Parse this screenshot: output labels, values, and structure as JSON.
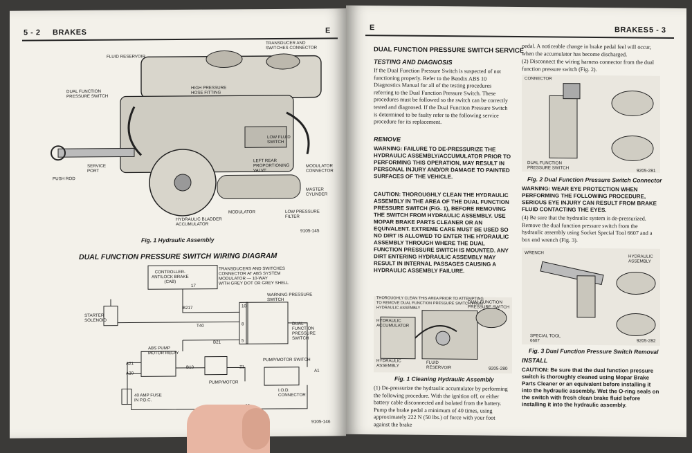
{
  "left": {
    "page_number": "5 - 2",
    "section": "BRAKES",
    "letter": "E",
    "fig1_labels": {
      "fluid_reservoir": "FLUID RESERVOIR",
      "transducer": "TRANSDUCER AND\nSWITCHES CONNECTOR",
      "dual_fn_switch": "DUAL FUNCTION\nPRESSURE SWITCH",
      "hp_hose": "HIGH PRESSURE\nHOSE FITTING",
      "low_fluid": "LOW FLUID\nSWITCH",
      "service_port": "SERVICE\nPORT",
      "push_rod": "PUSH ROD",
      "left_rear": "LEFT REAR\nPROPORTIONING\nVALVE",
      "modulator_conn": "MODULATOR\nCONNECTOR",
      "master_cyl": "MASTER\nCYLINDER",
      "hydraulic_bladder": "HYDRAULIC BLADDER\nACCUMULATOR",
      "modulator": "MODULATOR",
      "low_pressure": "LOW PRESSURE\nFILTER",
      "fig_no": "9105-145"
    },
    "fig1_caption": "Fig. 1 Hydraulic Assembly",
    "wiring_title": "DUAL FUNCTION PRESSURE SWITCH WIRING DIAGRAM",
    "wiring_labels": {
      "controller": "CONTROLLER-\nANTILOCK BRAKE\n(CAB)",
      "pin17": "17",
      "transducers": "TRANSDUCERS AND SWITCHES\nCONNECTOR AT ABS SYSTEM\nMODULATOR — 10-WAY\nWITH GREY DOT OR GREY SHELL",
      "warning_switch": "WARNING PRESSURE\nSWITCH",
      "starter": "STARTER\nSOLENOID",
      "b217": "B217",
      "t40": "T40",
      "b21": "B21",
      "dual_switch": "DUAL\nFUNCTION\nPRESSURE\nSWITCH",
      "pin10": "10",
      "pin8": "8",
      "pin5": "5",
      "abs_relay": "ABS PUMP\nMOTOR RELAY",
      "pump_motor_switch": "PUMP/MOTOR SWITCH",
      "a21": "A21",
      "a20": "A20",
      "b10": "B10",
      "z1": "Z1",
      "pump_motor": "PUMP/MOTOR",
      "fuse": "40 AMP FUSE\nIN P.D.C.",
      "iod": "I.O.D.\nCONNECTOR",
      "a1": "A1",
      "a1b": "A1",
      "fig_no": "9105-146"
    }
  },
  "right": {
    "page_number": "5 - 3",
    "section": "BRAKES",
    "letter": "E",
    "section_title": "DUAL FUNCTION PRESSURE SWITCH SERVICE",
    "testing_heading": "TESTING AND DIAGNOSIS",
    "testing_text": "If the Dual Function Pressure Switch is suspected of not functioning properly. Refer to the Bendix ABS 10 Diagnostics Manual for all of the testing procedures referring to the Dual Function Pressure Switch. These procedures must be followed so the switch can be correctly tested and diagnosed. If the Dual Function Pressure Switch is determined to be faulty refer to the following service procedure for its replacement.",
    "remove_heading": "REMOVE",
    "warning1": "WARNING: FAILURE TO DE-PRESSURIZE THE HYDRAULIC ASSEMBLY/ACCUMULATOR PRIOR TO PERFORMING THIS OPERATION, MAY RESULT IN PERSONAL INJURY AND/OR DAMAGE TO PAINTED SURFACES OF THE VEHICLE.",
    "caution1": "CAUTION: THOROUGHLY CLEAN THE HYDRAULIC ASSEMBLY IN THE AREA OF THE DUAL FUNCTION PRESSURE SWITCH (FIG. 1), BEFORE REMOVING THE SWITCH FROM HYDRAULIC ASSEMBLY. USE MOPAR BRAKE PARTS CLEANER OR AN EQUIVALENT. EXTREME CARE MUST BE USED SO NO DIRT IS ALLOWED TO ENTER THE HYDRAULIC ASSEMBLY THROUGH WHERE THE DUAL FUNCTION PRESSURE SWITCH IS MOUNTED. ANY DIRT ENTERING HYDRAULIC ASSEMBLY MAY RESULT IN INTERNAL PASSAGES CAUSING A HYDRAULIC ASSEMBLY FAILURE.",
    "clean_fig_labels": {
      "thoroughly": "THOROUGHLY CLEAN THIS AREA PRIOR TO ATTEMPTING\nTO REMOVE DUAL FUNCTION PRESSURE SWITCH FROM\nHYDRAULIC ASSEMBLY",
      "hydraulic_accumulator": "HYDRAULIC\nACCUMULATOR",
      "dual_fn": "DUAL FUNCTION\nPRESSURE SWITCH",
      "hydraulic_assembly": "HYDRAULIC\nASSEMBLY",
      "fluid_reservoir": "FLUID\nRESERVOIR",
      "fig_no": "9205-280"
    },
    "clean_fig_caption": "Fig. 1 Cleaning Hydraulic Assembly",
    "step1": "(1) De-pressurize the hydraulic accumulator by performing the following procedure. With the ignition off, or either battery cable disconnected and isolated from the battery. Pump the brake pedal a minimum of 40 times, using approximately 222 N (50 lbs.) of force with your foot against the brake",
    "col2_top": "pedal. A noticeable change in brake pedal feel will occur, when the accumulator has become discharged.",
    "step2": "(2) Disconnect the wiring harness connector from the dual function pressure switch (Fig. 2).",
    "fig2_labels": {
      "connector": "CONNECTOR",
      "dual_fn": "DUAL FUNCTION\nPRESSURE SWITCH",
      "fig_no": "9205-281"
    },
    "fig2_caption": "Fig. 2 Dual Function Pressure Switch Connector",
    "warning2": "WARNING: WEAR EYE PROTECTION WHEN PERFORMING THE FOLLOWING PROCEDURE, SERIOUS EYE INJURY CAN RESULT FROM BRAKE FLUID CONTACTING THE EYES.",
    "step4": "(4) Be sure that the hydraulic system is de-pressurized. Remove the dual function pressure switch from the hydraulic assembly using Socket Special Tool 6607 and a box end wrench (Fig. 3).",
    "fig3_labels": {
      "wrench": "WRENCH",
      "hydraulic_assembly": "HYDRAULIC\nASSEMBLY",
      "special_tool": "SPECIAL TOOL\n6607",
      "fig_no": "9205-282"
    },
    "fig3_caption": "Fig. 3 Dual Function Pressure Switch Removal",
    "install_heading": "INSTALL",
    "caution2": "CAUTION: Be sure that the dual function pressure switch is thoroughly cleaned using Mopar Brake Parts Cleaner or an equivalent before installing it into the hydraulic assembly. Wet the O-ring seals on the switch with fresh clean brake fluid before installing it into the hydraulic assembly."
  }
}
